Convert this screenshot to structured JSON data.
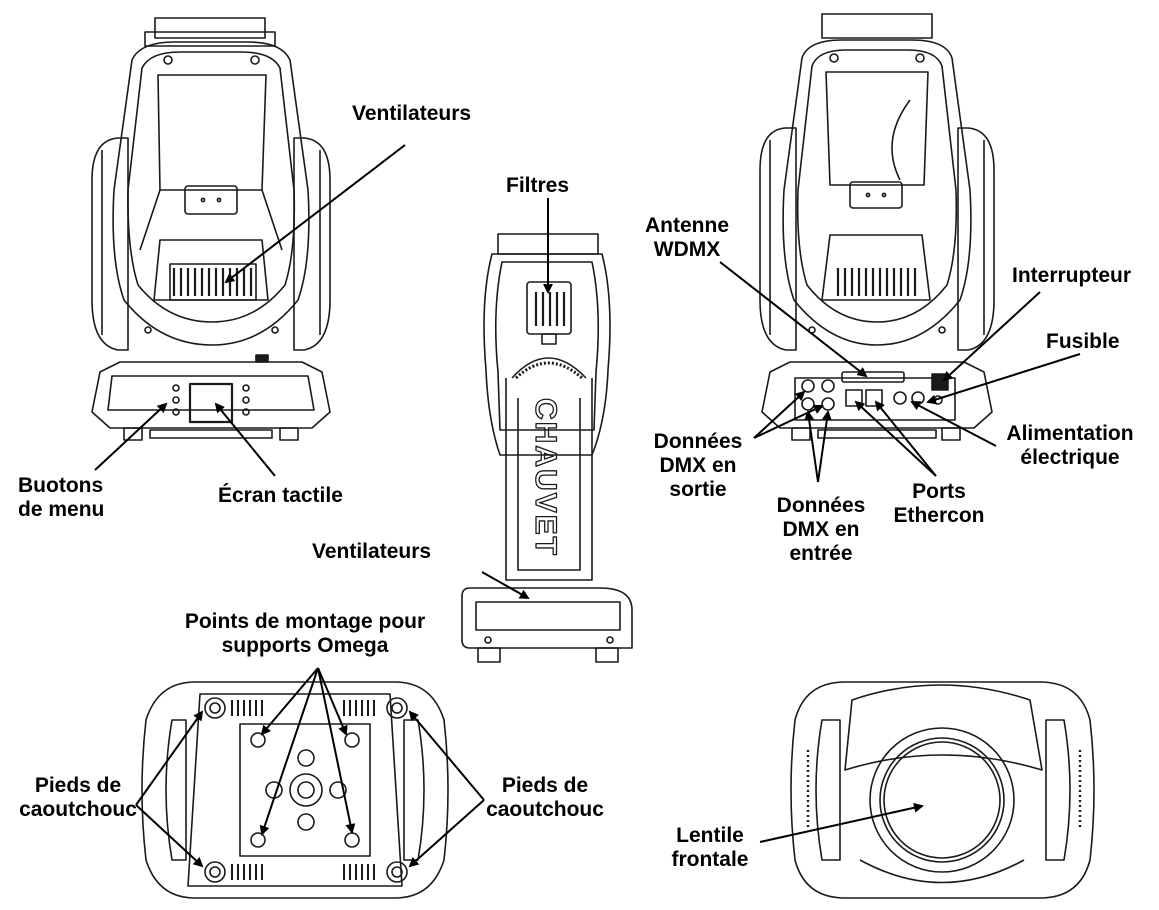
{
  "brand": "CHAUVET",
  "labels": {
    "fans_top": "Ventilateurs",
    "filters": "Filtres",
    "wdmx_antenna_l1": "Antenne",
    "wdmx_antenna_l2": "WDMX",
    "switch": "Interrupteur",
    "fuse": "Fusible",
    "menu_buttons_l1": "Buotons",
    "menu_buttons_l2": "de menu",
    "touch_screen": "Écran tactile",
    "dmx_out_l1": "Données",
    "dmx_out_l2": "DMX en",
    "dmx_out_l3": "sortie",
    "dmx_in_l1": "Données",
    "dmx_in_l2": "DMX en",
    "dmx_in_l3": "entrée",
    "ethercon_l1": "Ports",
    "ethercon_l2": "Ethercon",
    "power_l1": "Alimentation",
    "power_l2": "électrique",
    "fans_bottom": "Ventilateurs",
    "omega_l1": "Points de montage pour",
    "omega_l2": "supports Omega",
    "feet_left_l1": "Pieds de",
    "feet_left_l2": "caoutchouc",
    "feet_right_l1": "Pieds de",
    "feet_right_l2": "caoutchouc",
    "lens_l1": "Lentile",
    "lens_l2": "frontale"
  },
  "colors": {
    "line": "#1a1a1a",
    "fill": "#ffffff",
    "grey": "#bdbdbd"
  }
}
